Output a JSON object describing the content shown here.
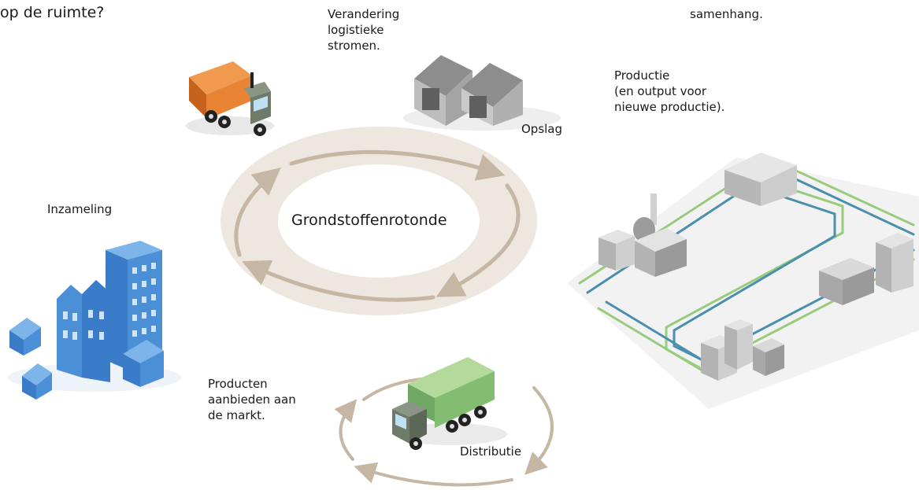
{
  "labels": {
    "top_question": "op de ruimte?",
    "logistics_change": "Verandering\nlogistieke\nstromen.",
    "top_right_fragment": "samenhang.",
    "production": "Productie\n(en output voor\nnieuwe productie).",
    "storage": "Opslag",
    "collection": "Inzameling",
    "center": "Grondstoffenrotonde",
    "market": "Producten\naanbieden aan\nde markt.",
    "distribution": "Distributie"
  },
  "colors": {
    "ring": "#ede7df",
    "arrow": "#c6b6a4",
    "truck_orange": "#e98434",
    "truck_green": "#82bd72",
    "cab": "#6f7a6a",
    "house_blue": "#4b8fd6",
    "building_grey": "#c9c9c9",
    "pipe_blue": "#4a8fae",
    "pipe_green": "#98cc7c"
  },
  "icons": [
    "orange-truck-icon",
    "warehouse-icon",
    "houses-icon",
    "factory-network-icon",
    "green-truck-icon"
  ]
}
